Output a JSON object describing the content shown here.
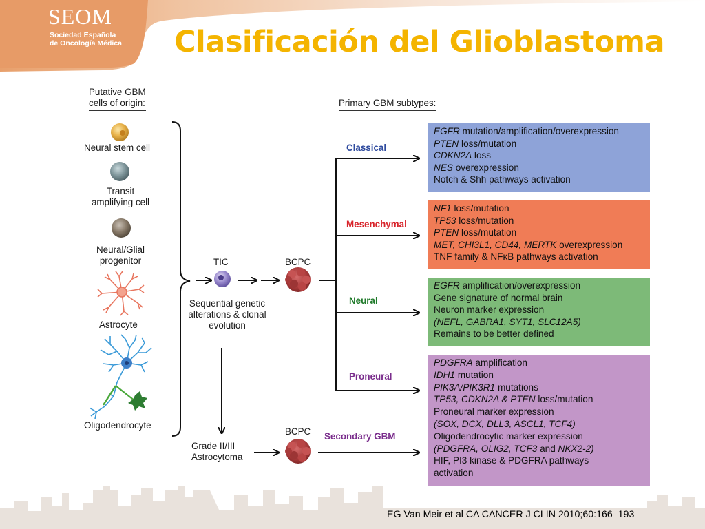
{
  "logo": {
    "name": "SEOM",
    "line1": "Sociedad Española",
    "line2": "de Oncología Médica"
  },
  "title": "Clasificación del Glioblastoma",
  "origin": {
    "header1": "Putative GBM",
    "header2": "cells of origin:",
    "cells": [
      "Neural stem cell",
      "Transit",
      "amplifying cell",
      "Neural/Glial",
      "progenitor",
      "Astrocyte",
      "Oligodendrocyte"
    ]
  },
  "flow": {
    "tic": "TIC",
    "bcpc": "BCPC",
    "sequential1": "Sequential genetic",
    "sequential2": "alterations & clonal",
    "sequential3": "evolution",
    "grade1": "Grade II/III",
    "grade2": "Astrocytoma",
    "bcpc2": "BCPC"
  },
  "subtypes_header": "Primary GBM subtypes:",
  "subtypes": [
    {
      "name": "Classical",
      "color": "#2e4a9e"
    },
    {
      "name": "Mesenchymal",
      "color": "#d8232a"
    },
    {
      "name": "Neural",
      "color": "#1f7a2a"
    },
    {
      "name": "Proneural",
      "color": "#7a2d8c"
    },
    {
      "name": "Secondary GBM",
      "color": "#7a2d8c"
    }
  ],
  "boxes": {
    "classical": [
      {
        "i": "EGFR",
        "r": " mutation/amplification/overexpression"
      },
      {
        "i": "PTEN",
        "r": "  loss/mutation"
      },
      {
        "i": "CDKN2A",
        "r": "  loss"
      },
      {
        "i": "NES",
        "r": "  overexpression"
      },
      {
        "i": "",
        "r": "Notch & Shh pathways activation"
      }
    ],
    "mesenchymal": [
      {
        "i": "NF1",
        "r": " loss/mutation"
      },
      {
        "i": "TP53",
        "r": " loss/mutation"
      },
      {
        "i": "PTEN",
        "r": " loss/mutation"
      },
      {
        "i": "MET, CHI3L1, CD44, MERTK",
        "r": " overexpression"
      },
      {
        "i": "",
        "r": "TNF family & NFκB pathways activation"
      }
    ],
    "neural": [
      {
        "i": "EGFR",
        "r": " amplification/overexpression"
      },
      {
        "i": "",
        "r": "Gene signature of normal brain"
      },
      {
        "i": "",
        "r": "Neuron marker expression"
      },
      {
        "i": "(NEFL, GABRA1, SYT1, SLC12A5)",
        "r": ""
      },
      {
        "i": "",
        "r": "Remains to be better defined"
      }
    ],
    "proneural": [
      {
        "i": "PDGFRA",
        "r": " amplification"
      },
      {
        "i": "IDH1",
        "r": " mutation"
      },
      {
        "i": "PIK3A/PIK3R1",
        "r": " mutations"
      },
      {
        "i": "TP53, CDKN2A & PTEN",
        "r": " loss/mutation"
      },
      {
        "i": "",
        "r": "Proneural marker expression"
      },
      {
        "i": "(SOX, DCX, DLL3, ASCL1, TCF4)",
        "r": ""
      },
      {
        "i": "",
        "r": "Oligodendrocytic marker expression"
      },
      {
        "i": "(PDGFRA, OLIG2, TCF3",
        "r": " and ",
        "i2": "NKX2-2)"
      },
      {
        "i": "",
        "r": "HIF, PI3 kinase & PDGFRA pathways"
      },
      {
        "i": "",
        "r": "activation"
      }
    ]
  },
  "citation": "EG Van Meir et al CA CANCER J CLIN 2010;60:166–193",
  "colors": {
    "title": "#f4b400",
    "logo_band": "#e9a87a",
    "classical_box": "#8ea3d8",
    "mesenchymal_box": "#f07c56",
    "neural_box": "#7dba78",
    "proneural_box": "#c296c8"
  }
}
